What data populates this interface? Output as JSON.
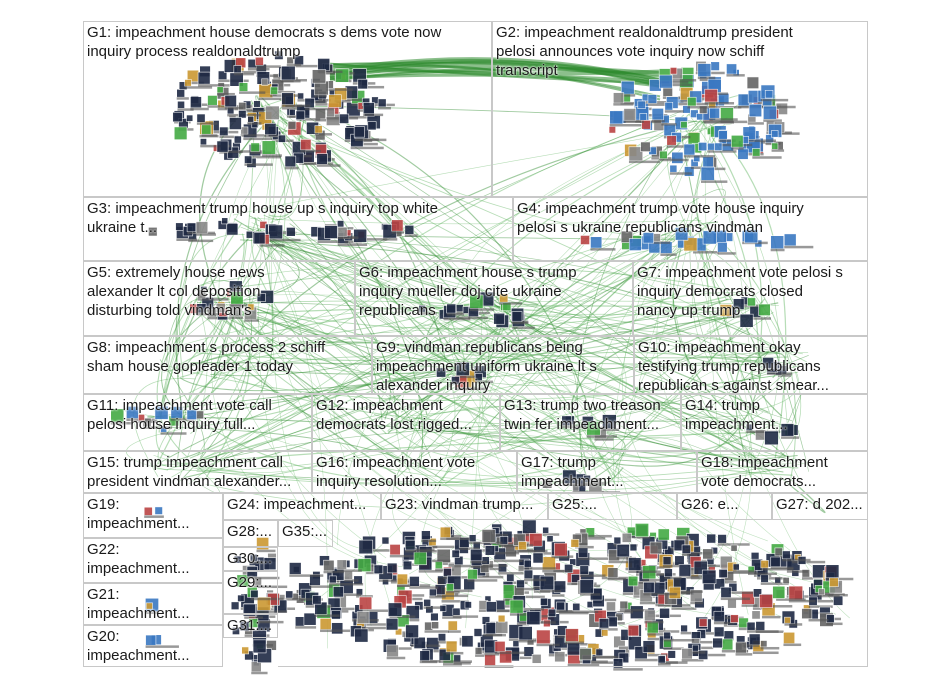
{
  "groups": [
    {
      "id": "G1",
      "label": "G1: impeachment house democrats s dems vote now\ninquiry process realdonaldtrump"
    },
    {
      "id": "G2",
      "label": "G2: impeachment realdonaldtrump president\npelosi announces vote inquiry now schiff\ntranscript"
    },
    {
      "id": "G3",
      "label": "G3: impeachment trump house up s inquiry top white\nukraine t..."
    },
    {
      "id": "G4",
      "label": "G4: impeachment trump vote house inquiry\npelosi s ukraine republicans vindman"
    },
    {
      "id": "G5",
      "label": "G5: extremely house news\nalexander lt col deposition\ndisturbing told vindman's"
    },
    {
      "id": "G6",
      "label": "G6: impeachment house s trump\ninquiry mueller doj cite ukraine\nrepublicans"
    },
    {
      "id": "G7",
      "label": "G7: impeachment vote pelosi s\ninquiry democrats closed\nnancy up trump"
    },
    {
      "id": "G8",
      "label": "G8: impeachment s process 2 schiff\nsham house gopleader 1 today"
    },
    {
      "id": "G9",
      "label": "G9: vindman republicans being\nimpeachment uniform ukraine lt s\nalexander inquiry"
    },
    {
      "id": "G10",
      "label": "G10: impeachment okay\ntestifying trump republicans\nrepublican s against smear..."
    },
    {
      "id": "G11",
      "label": "G11: impeachment vote call\npelosi house inquiry full..."
    },
    {
      "id": "G12",
      "label": "G12: impeachment\ndemocrats lost rigged..."
    },
    {
      "id": "G13",
      "label": "G13: trump two treason\ntwin fer impeachment..."
    },
    {
      "id": "G14",
      "label": "G14: trump\nimpeachment..."
    },
    {
      "id": "G15",
      "label": "G15: trump impeachment call\npresident vindman alexander..."
    },
    {
      "id": "G16",
      "label": "G16: impeachment vote\ninquiry resolution..."
    },
    {
      "id": "G17",
      "label": "G17: trump\nimpeachment..."
    },
    {
      "id": "G18",
      "label": "G18: impeachment\nvote democrats..."
    },
    {
      "id": "G19",
      "label": "G19:\nimpeachment..."
    },
    {
      "id": "G24",
      "label": "G24: impeachment..."
    },
    {
      "id": "G23",
      "label": "G23: vindman trump..."
    },
    {
      "id": "G25",
      "label": "G25:..."
    },
    {
      "id": "G26",
      "label": "G26: e..."
    },
    {
      "id": "G27",
      "label": "G27: d 202..."
    },
    {
      "id": "G28",
      "label": "G28:..."
    },
    {
      "id": "G35",
      "label": "G35:..."
    },
    {
      "id": "G22",
      "label": "G22:\nimpeachment..."
    },
    {
      "id": "G30",
      "label": "G30:..."
    },
    {
      "id": "G29",
      "label": "G29:..."
    },
    {
      "id": "G21",
      "label": "G21:\nimpeachment..."
    },
    {
      "id": "G31",
      "label": "G31:..."
    },
    {
      "id": "G20",
      "label": "G20:\nimpeachment..."
    }
  ],
  "colors": {
    "edge": "#2e8b2e",
    "edge_light": "#5fb35f",
    "box_border": "#c8c8c8",
    "node_dark": "#1f2a44",
    "node_blue": "#3a78c2",
    "background": "#ffffff"
  }
}
